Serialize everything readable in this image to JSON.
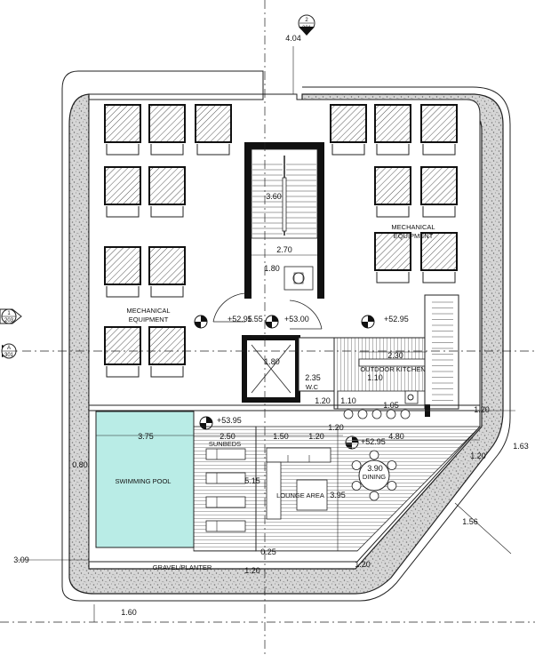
{
  "sections": {
    "top": {
      "number": "2",
      "sheet": "201"
    },
    "left_upper": {
      "number": "1",
      "sheet": "203"
    },
    "left_lower": {
      "number": "A",
      "sheet": "301"
    }
  },
  "rooms": {
    "mech_left": [
      "MECHANICAL",
      "EQUIPMENT"
    ],
    "mech_right": [
      "MECHANICAL",
      "EQUIPMENT"
    ],
    "outdoor_kitchen": "OUTDOOR KITCHEN",
    "wc": "W.C",
    "swimming_pool": "SWIMMING POOL",
    "sunbeds": "SUNBEDS",
    "lounge_area": "LOUNGE AREA",
    "dining": "DINING",
    "gravel_planter": "GRAVEL/PLANTER"
  },
  "levels": {
    "top": "4.04",
    "l1": "+52.95",
    "l2": "+53.00",
    "l3": "+52.95",
    "l4": "+53.95",
    "l5": "+52.95"
  },
  "dims": {
    "stair_len": "3.60",
    "core_w": "2.70",
    "landing": "1.80",
    "door_a": "1.55",
    "lift_w": "1.80",
    "wc_h": "2.35",
    "kitchen_top": "2.30",
    "kitchen_depth": "1.10",
    "wc_a": "1.20",
    "wc_b": "1.10",
    "k_a": "1.05",
    "right_a": "1.20",
    "right_b": "1.63",
    "terr_a": "1.20",
    "terr_b": "1.50",
    "terr_c": "1.20",
    "dining_w": "4.80",
    "pool_w": "3.75",
    "sunbed_w": "2.50",
    "pool_left": "0.80",
    "lounge_h": "5.15",
    "lounge_d": "3.95",
    "dining_d": "3.90",
    "diag_a": "1.20",
    "diag_b": "1.56",
    "diag_c": "1.20",
    "bottom_a": "0.25",
    "bottom_b": "1.20",
    "left_out": "3.09",
    "bottom_out": "1.60"
  }
}
